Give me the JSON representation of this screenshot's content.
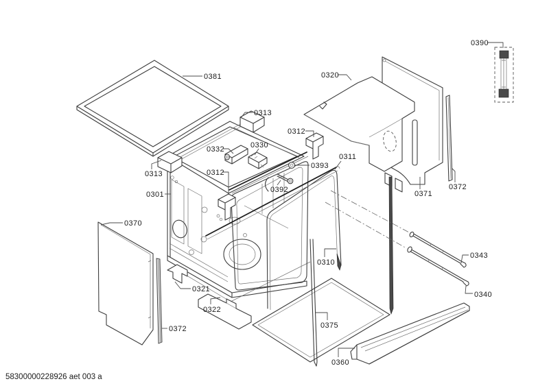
{
  "colors": {
    "ink": "#1a1a1a",
    "line": "#3c3c3c",
    "background": "#ffffff"
  },
  "footer": {
    "doc_number": "58300000228926 aet 003 a"
  },
  "callouts": {
    "c0381": "0381",
    "c0313_top": "0313",
    "c0312_right": "0312",
    "c0320": "0320",
    "c0390": "0390",
    "c0332": "0332",
    "c0330": "0330",
    "c0313_left": "0313",
    "c0301": "0301",
    "c0312_mid": "0312",
    "c0393": "0393",
    "c0311": "0311",
    "c0392": "0392",
    "c0371": "0371",
    "c0372_right": "0372",
    "c0370": "0370",
    "c0310": "0310",
    "c0343": "0343",
    "c0340": "0340",
    "c0321": "0321",
    "c0322": "0322",
    "c0375": "0375",
    "c0372_left": "0372",
    "c0360": "0360"
  }
}
